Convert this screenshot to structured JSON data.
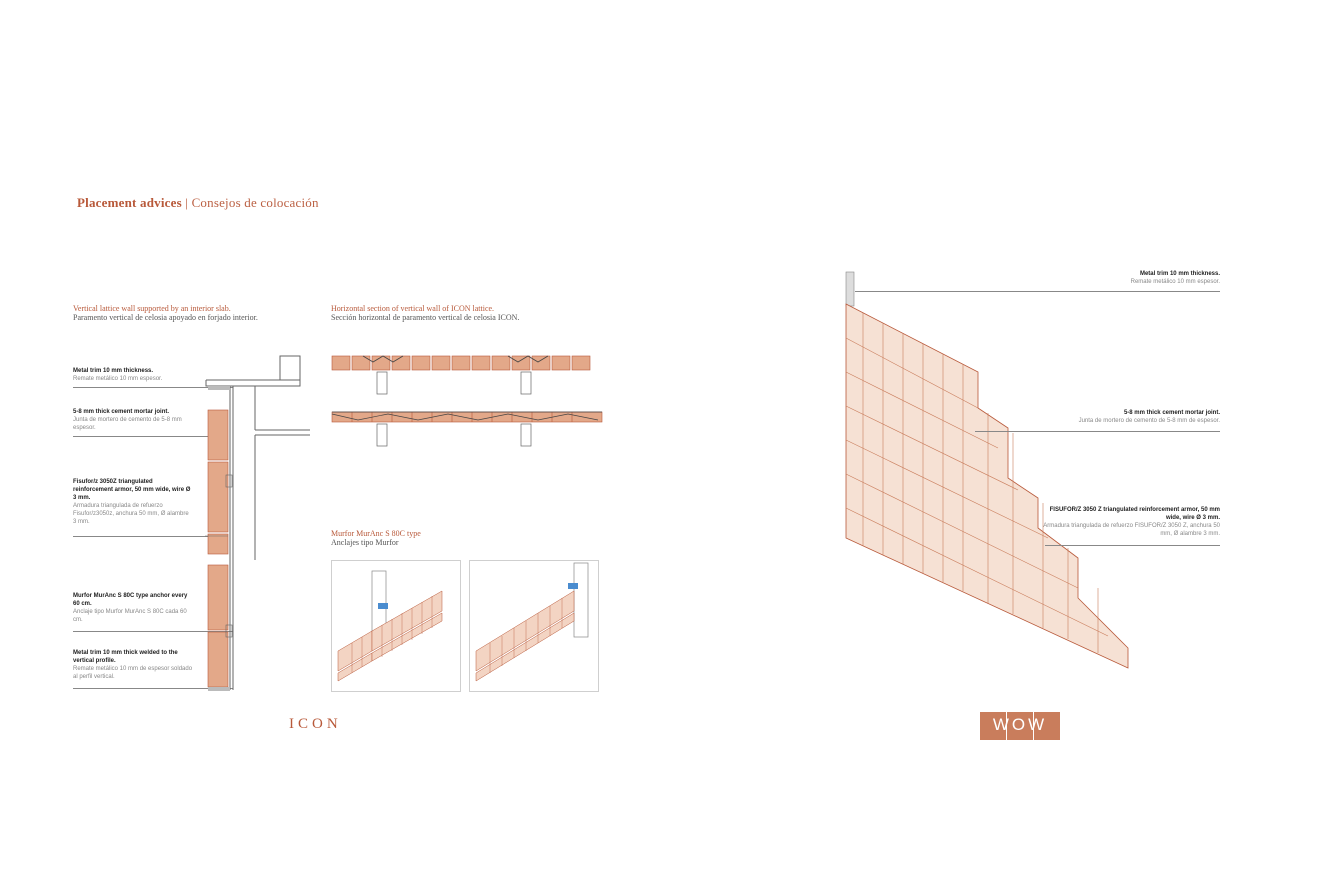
{
  "heading": {
    "en": "Placement advices",
    "sep": "|",
    "es": "Consejos de colocación"
  },
  "left_panel": {
    "caption_en": "Vertical lattice wall supported by an interior slab.",
    "caption_es": "Paramento vertical de celosia  apoyado en forjado interior.",
    "notes": [
      {
        "en": "Metal trim 10 mm thickness.",
        "es": "Remate metálico 10 mm espesor."
      },
      {
        "en": "5-8 mm thick cement mortar joint.",
        "es": "Junta de mortero de cemento de 5-8 mm espesor."
      },
      {
        "en": "Fisufor/z 3050Z triangulated reinforcement armor, 50 mm wide, wire Ø 3 mm.",
        "es": "Armadura triangulada de refuerzo Fisufor/z3050z, anchura 50 mm, Ø alambre 3 mm."
      },
      {
        "en": "Murfor MurAnc S 80C type anchor every 60 cm.",
        "es": "Anclaje tipo Murfor MurAnc S 80C cada 60 cm."
      },
      {
        "en": "Metal trim 10 mm thick welded to the vertical profile.",
        "es": "Remate metálico 10 mm de espesor soldado al perfil vertical."
      }
    ]
  },
  "middle_panel": {
    "caption_en": "Horizontal section of vertical wall of ICON lattice.",
    "caption_es": "Sección horizontal de paramento vertical de celosia ICON.",
    "anchor_caption_en": "Murfor MurAnc S 80C type",
    "anchor_caption_es": "Anclajes  tipo Murfor"
  },
  "right_panel": {
    "notes": [
      {
        "en": "Metal trim 10 mm thickness.",
        "es": "Remate metálico 10 mm espesor."
      },
      {
        "en": "5-8 mm thick cement mortar joint.",
        "es": "Junta de mortero de cemento de 5-8 mm de espesor."
      },
      {
        "en": "FISUFOR/Z 3050 Z triangulated reinforcement armor, 50 mm wide, wire Ø 3 mm.",
        "es": "Armadura triangulada de refuerzo FISUFOR/Z 3050 Z, anchura 50 mm, Ø alambre 3 mm."
      }
    ]
  },
  "brands": {
    "icon": "ICON",
    "wow": "WOW"
  },
  "colors": {
    "accent": "#b8593a",
    "brick": "#e3a889",
    "brick_dark": "#c97d5c",
    "line": "#888888"
  }
}
